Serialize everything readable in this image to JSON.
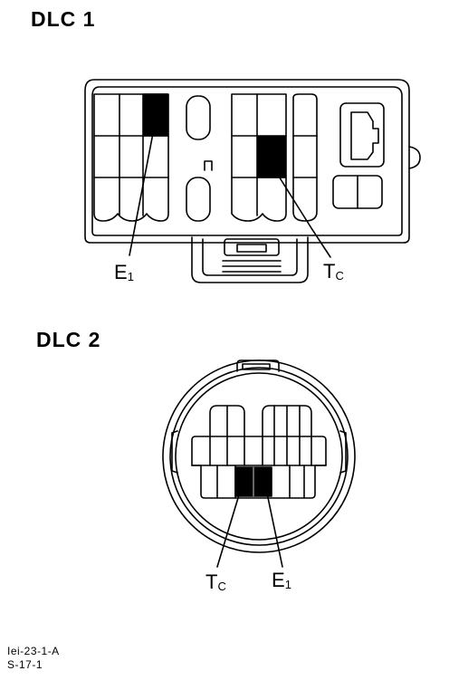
{
  "dlc1": {
    "title": "DLC 1",
    "e1_main": "E",
    "e1_sub": "1",
    "tc_main": "T",
    "tc_sub": "C"
  },
  "dlc2": {
    "title": "DLC 2",
    "tc_main": "T",
    "tc_sub": "C",
    "e1_main": "E",
    "e1_sub": "1"
  },
  "codes": {
    "line1": "Iei-23-1-A",
    "line2": "S-17-1"
  }
}
